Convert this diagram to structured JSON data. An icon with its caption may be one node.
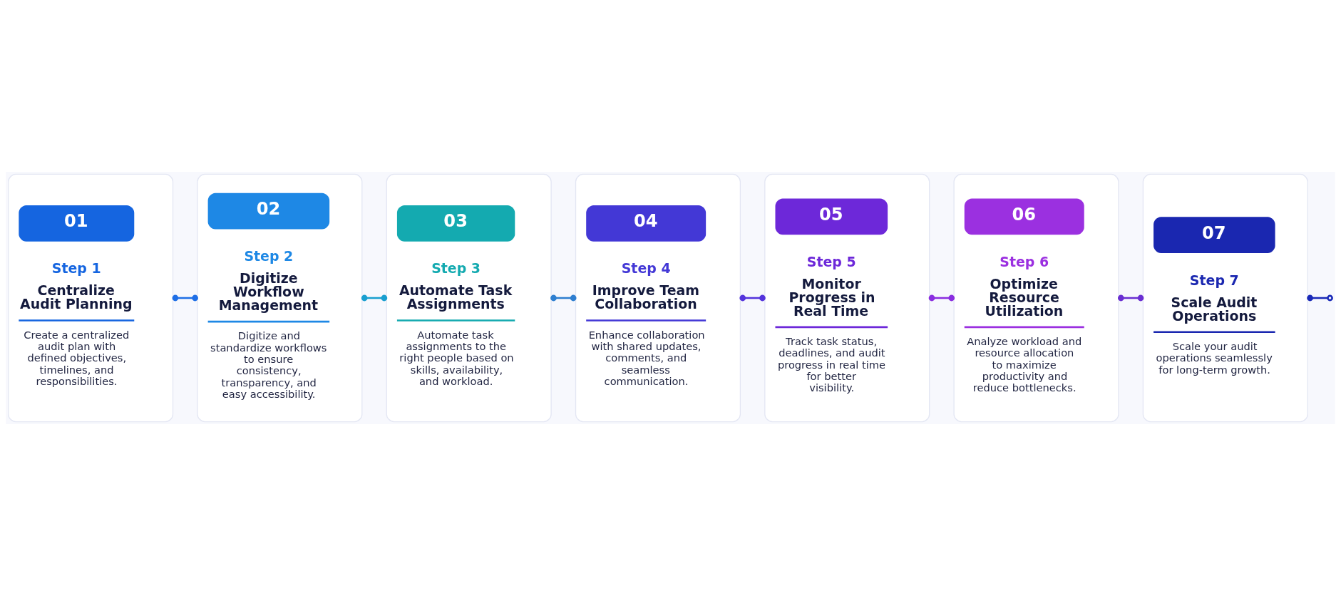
{
  "diagram": {
    "nodes": [
      {
        "text": [
          "01",
          "Step 1",
          "Centralize Audit Planning",
          "Create a centralized audit plan with defined objectives, timelines, and responsibilities."
        ]
      },
      {
        "text": [
          "02",
          "Step 2",
          "Digitize Workflow Management",
          "Digitize and standardize workflows to ensure consistency, transparency, and easy accessibility."
        ]
      },
      {
        "text": [
          "03",
          "Step 3",
          "Automate Task Assignments",
          "Automate task assignments to the right people based on skills, availability, and workload."
        ]
      },
      {
        "text": [
          "04",
          "Step 4",
          "Improve Team Collaboration",
          "Enhance collaboration with shared updates, comments, and seamless communication."
        ]
      },
      {
        "text": [
          "05",
          "Step 5",
          "Monitor Progress in Real Time",
          "Track task status, deadlines, and audit progress in real time for better visibility."
        ]
      },
      {
        "text": [
          "06",
          "Step 6",
          "Optimize Resource Utilization",
          "Analyze workload and resource allocation to maximize productivity and reduce bottlenecks."
        ]
      },
      {
        "text": [
          "07",
          "Step 7",
          "Scale Audit Operations",
          "Scale your audit operations seamlessly for long-term growth."
        ]
      }
    ],
    "edges": [
      {
        "from": 0,
        "to": 1,
        "arrow": "other",
        "color": "#1f6fe6"
      },
      {
        "from": 1,
        "to": 2,
        "arrow": "other",
        "color": "#1a9fd0"
      },
      {
        "from": 2,
        "to": 3,
        "arrow": "other",
        "color": "#2f7fd0"
      },
      {
        "from": 3,
        "to": 4,
        "arrow": "other",
        "color": "#5434dc"
      },
      {
        "from": 4,
        "to": 5,
        "arrow": "other",
        "color": "#8a2ee0"
      },
      {
        "from": 5,
        "to": 6,
        "arrow": "other",
        "color": "#6a2fd2"
      },
      {
        "from": 6,
        "to": null,
        "arrow": "other",
        "color": "#1a2ab8"
      }
    ]
  }
}
